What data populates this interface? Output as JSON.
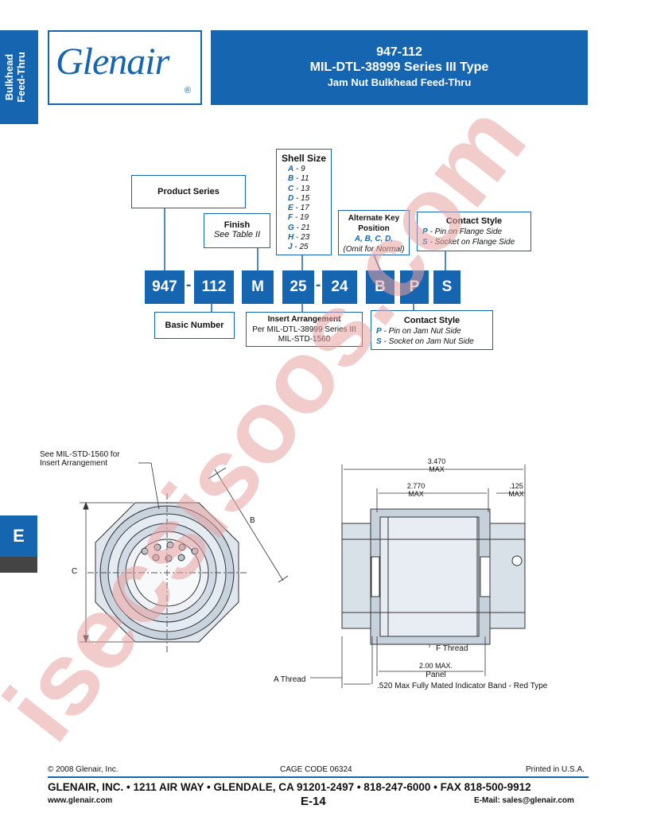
{
  "side_tab": {
    "line1": "Bulkhead",
    "line2": "Feed-Thru"
  },
  "logo": {
    "text": "Glenair",
    "reg": "®"
  },
  "header": {
    "line1": "947-112",
    "line2": "MIL-DTL-38999 Series III Type",
    "line3": "Jam Nut Bulkhead Feed-Thru"
  },
  "product_series": "Product Series",
  "finish": {
    "title": "Finish",
    "sub": "See Table II"
  },
  "shell_size": {
    "title": "Shell Size",
    "items": [
      {
        "code": "A",
        "val": "9"
      },
      {
        "code": "B",
        "val": "11"
      },
      {
        "code": "C",
        "val": "13"
      },
      {
        "code": "D",
        "val": "15"
      },
      {
        "code": "E",
        "val": "17"
      },
      {
        "code": "F",
        "val": "19"
      },
      {
        "code": "G",
        "val": "21"
      },
      {
        "code": "H",
        "val": "23"
      },
      {
        "code": "J",
        "val": "25"
      }
    ]
  },
  "alt_key": {
    "line1": "Alternate Key",
    "line2": "Position",
    "codes": "A, B, C, D,",
    "note": "(Omit for Normal)"
  },
  "contact_top": {
    "title": "Contact Style",
    "p_code": "P",
    "p_text": "Pin on Flange Side",
    "s_code": "S",
    "s_text": "Socket on Flange Side"
  },
  "pn": {
    "p1": "947",
    "p2": "112",
    "p3": "M",
    "p4": "25",
    "p5": "24",
    "p6": "B",
    "p7": "P",
    "p8": "S",
    "dash": "-"
  },
  "basic_number": "Basic Number",
  "insert": {
    "title": "Insert Arrangement",
    "line2": "Per MIL-DTL-38999 Series III",
    "line3": "MIL-STD-1560"
  },
  "contact_bottom": {
    "title": "Contact Style",
    "p_code": "P",
    "p_text": "Pin on Jam Nut Side",
    "s_code": "S",
    "s_text": "Socket on Jam Nut Side"
  },
  "side_letter": "E",
  "drawing": {
    "see_note1": "See MIL-STD-1560 for",
    "see_note2": "Insert Arrangement",
    "b": "B",
    "c": "C",
    "dim1_val": "3.470",
    "dim1_unit": "MAX",
    "dim2_val": "2.770",
    "dim2_unit": "MAX",
    "dim3_val": ".125",
    "dim3_unit": "MAX",
    "f_thread": "F Thread",
    "panel_val": "2.00 MAX.",
    "panel_label": "Panel",
    "a_thread": "A Thread",
    "band": ".520 Max Fully Mated Indicator Band - Red Type"
  },
  "footer": {
    "copyright": "© 2008 Glenair, Inc.",
    "cage": "CAGE CODE 06324",
    "printed": "Printed in U.S.A.",
    "address": "GLENAIR, INC. • 1211 AIR WAY • GLENDALE, CA 91201-2497 • 818-247-6000 • FAX 818-500-9912",
    "web": "www.glenair.com",
    "page": "E-14",
    "email": "E-Mail:  sales@glenair.com"
  },
  "watermark": "isecsisoos.com",
  "colors": {
    "brand_blue": "#1565b0",
    "watermark": "#e8a0a0"
  }
}
